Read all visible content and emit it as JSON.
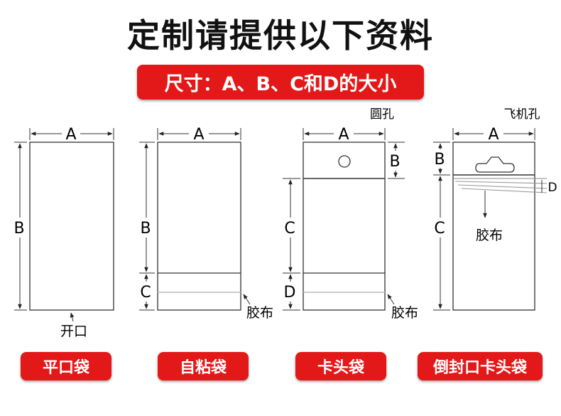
{
  "title": "定制请提供以下资料",
  "subtitle": "尺寸：A、B、C和D的大小",
  "letters": {
    "a": "A",
    "b": "B",
    "c": "C",
    "d": "D"
  },
  "callouts": {
    "opening": "开口",
    "tape": "胶布",
    "round_hole": "圆孔",
    "plane_hole": "飞机孔"
  },
  "bag_types": [
    "平口袋",
    "自粘袋",
    "卡头袋",
    "倒封口卡头袋"
  ],
  "colors": {
    "accent": "#e31818",
    "line": "#222222"
  }
}
